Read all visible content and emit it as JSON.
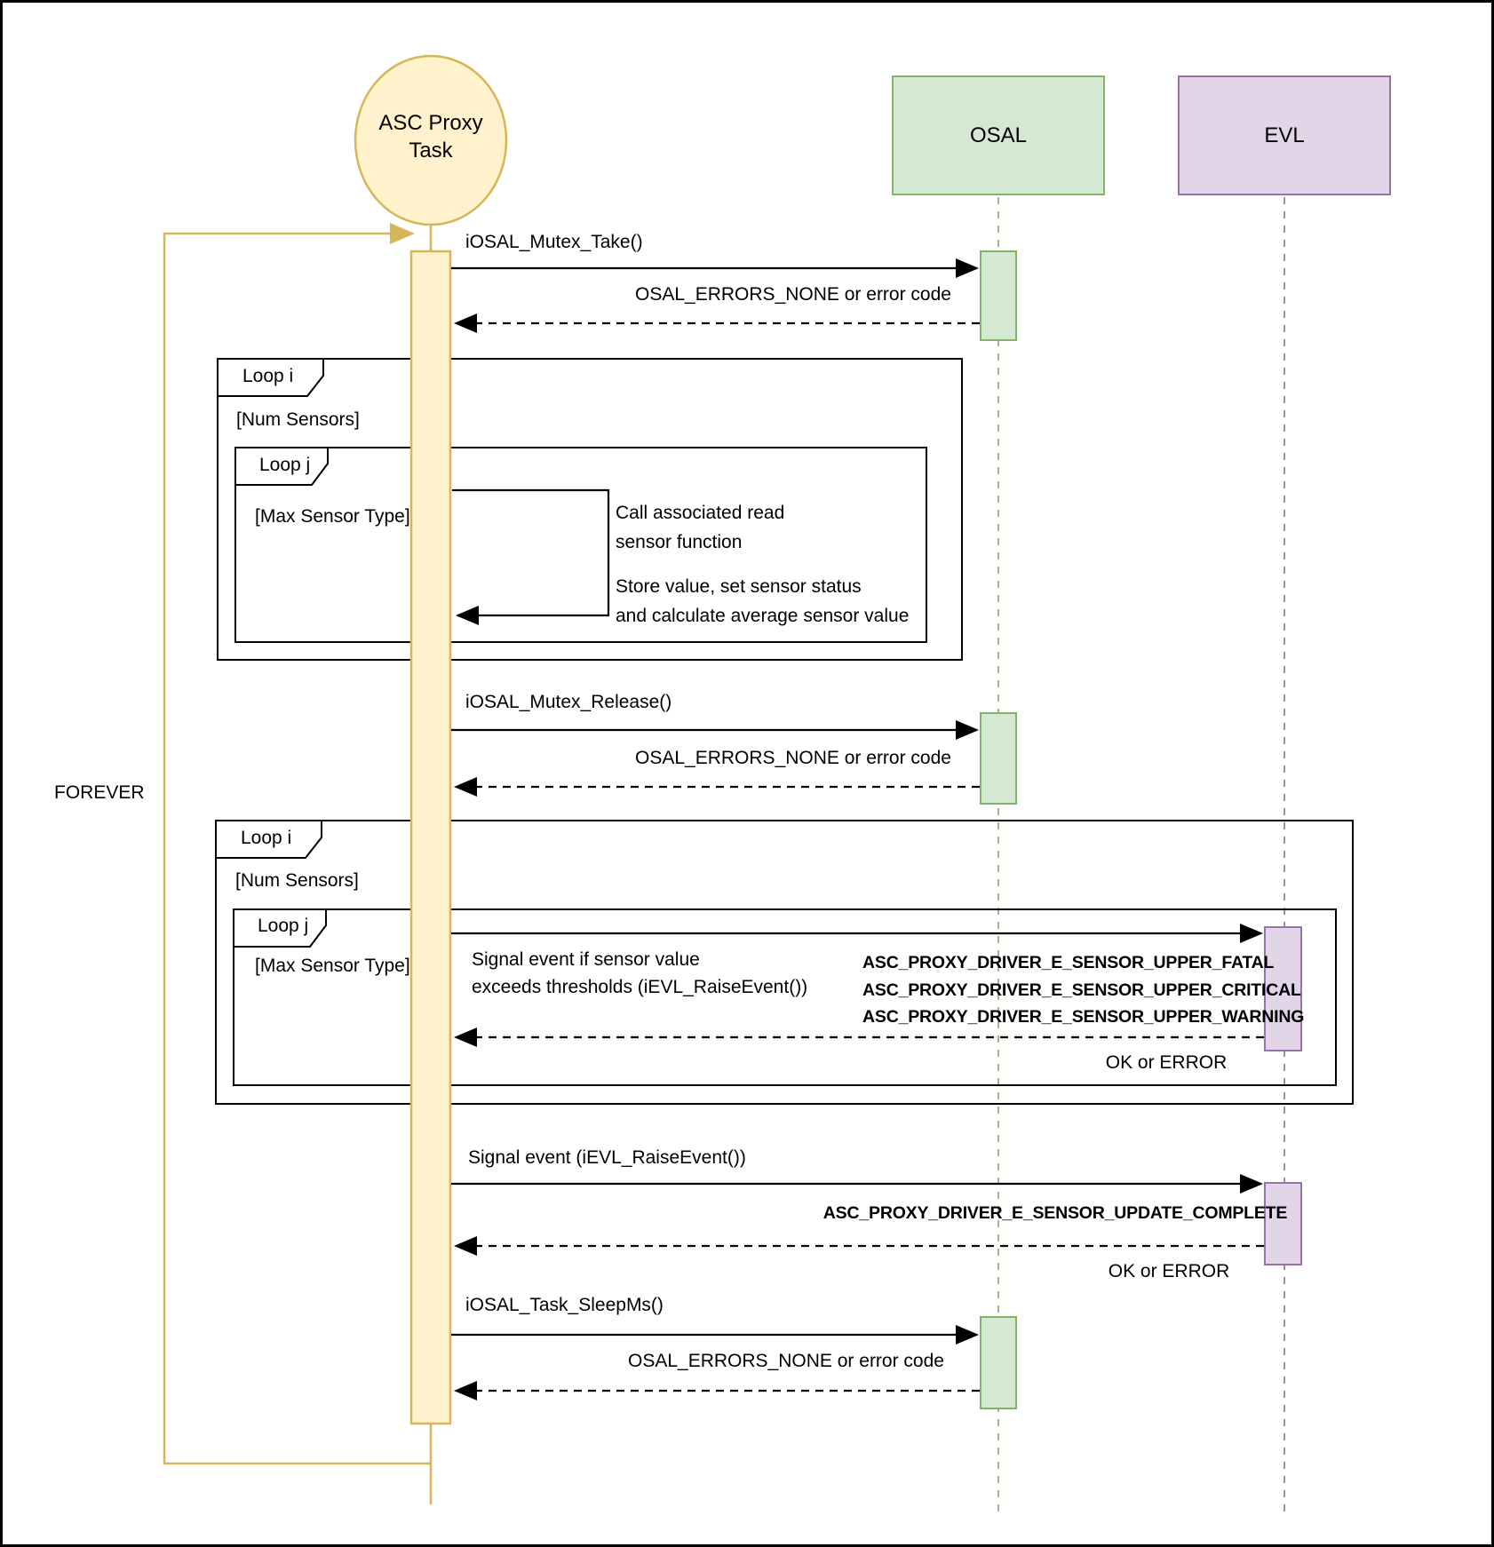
{
  "colors": {
    "task_fill": "#FFF2CC",
    "task_stroke": "#D6B656",
    "osal_fill": "#D5E8D4",
    "osal_stroke": "#82B366",
    "evl_fill": "#E1D5E7",
    "evl_stroke": "#9673A6"
  },
  "actors": {
    "asc_line1": "ASC Proxy",
    "asc_line2": "Task",
    "osal": "OSAL",
    "evl": "EVL"
  },
  "forever": {
    "label": "FOREVER"
  },
  "loops": {
    "outer_label": "Loop i",
    "outer_guard": "[Num Sensors]",
    "inner_label": "Loop j",
    "inner_guard": "[Max Sensor Type]"
  },
  "messages": {
    "mutex_take": "iOSAL_Mutex_Take()",
    "mutex_take_ret": "OSAL_ERRORS_NONE or error code",
    "read_note1": "Call associated read",
    "read_note2": "sensor function",
    "store_note1": "Store value, set sensor status",
    "store_note2": "and calculate average sensor value",
    "mutex_release": "iOSAL_Mutex_Release()",
    "mutex_release_ret": "OSAL_ERRORS_NONE or error code",
    "signal_threshold1": "Signal event if sensor value",
    "signal_threshold2": "exceeds thresholds (iEVL_RaiseEvent())",
    "threshold_events": [
      "ASC_PROXY_DRIVER_E_SENSOR_UPPER_FATAL",
      "ASC_PROXY_DRIVER_E_SENSOR_UPPER_CRITICAL",
      "ASC_PROXY_DRIVER_E_SENSOR_UPPER_WARNING"
    ],
    "threshold_ret": "OK or ERROR",
    "signal_complete": "Signal event (iEVL_RaiseEvent())",
    "complete_event": "ASC_PROXY_DRIVER_E_SENSOR_UPDATE_COMPLETE",
    "complete_ret": "OK or ERROR",
    "task_sleep": "iOSAL_Task_SleepMs()",
    "task_sleep_ret": "OSAL_ERRORS_NONE or error code"
  }
}
